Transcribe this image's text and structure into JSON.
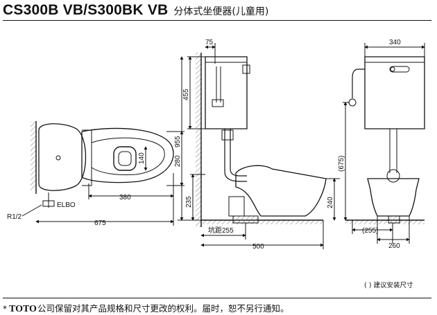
{
  "title": {
    "model": "CS300B VB/S300BK VB",
    "description": "分体式坐便器(儿童用)"
  },
  "top_view": {
    "dims": {
      "overall_length": "675",
      "width": "280",
      "bowl_length": "380",
      "outlet": "140",
      "supply": "R1/2"
    }
  },
  "side_view": {
    "dims": {
      "tank_offset": "75",
      "tank_height": "455",
      "total_height": "955",
      "outlet_height": "235",
      "rough_in": "坑距255",
      "depth": "500",
      "seat_height": "240"
    }
  },
  "front_view": {
    "dims": {
      "tank_width": "340",
      "supply_height": "(675)",
      "supply_offset": "(255)",
      "bottom_width": "260"
    }
  },
  "legend": "( ) 建议安装尺寸",
  "footer": {
    "mark": "*",
    "brand": "TOTO",
    "notice": "公司保留对其产品规格和尺寸更改的权利。届时，恕不另行通知。"
  }
}
